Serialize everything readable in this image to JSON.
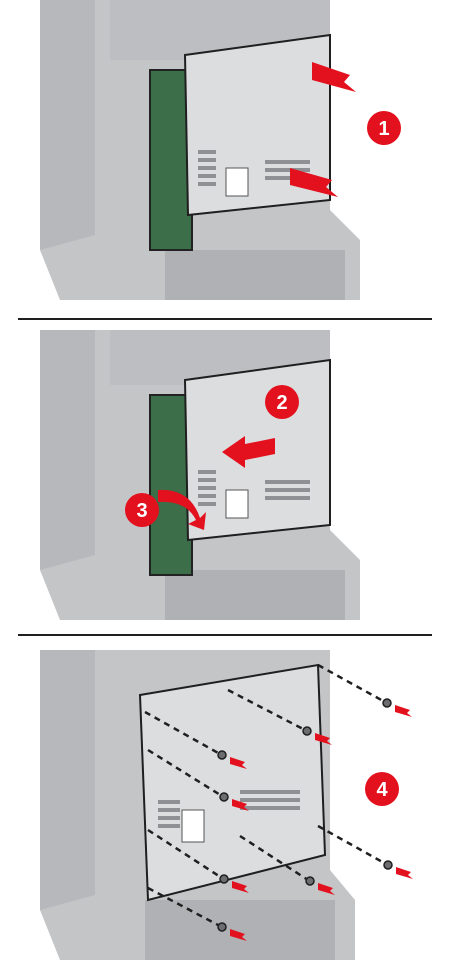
{
  "steps": [
    {
      "number": "1",
      "action": "push-panel-in"
    },
    {
      "number": "2",
      "action": "slide-panel-left"
    },
    {
      "number": "3",
      "action": "swing-panel-out"
    },
    {
      "number": "4",
      "action": "remove-screws"
    }
  ],
  "colors": {
    "accent_red": "#e3101e",
    "printer_gray": "#c4c5c7",
    "printer_dark": "#a9aaad",
    "plate_gray": "#dcdddf",
    "board_green": "#3c6e4a",
    "divider": "#1f1f1f"
  },
  "icons": [
    "red-arrow-icon",
    "screw-icon",
    "step-badge-icon"
  ]
}
